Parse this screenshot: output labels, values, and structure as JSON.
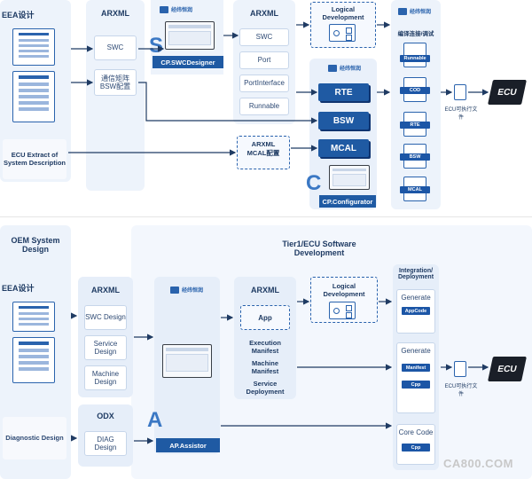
{
  "top": {
    "eea_label": "EEA设计",
    "ecu_extract_label": "ECU Extract of System Description",
    "arxml_label": "ARXML",
    "swc_label": "SWC",
    "comm_matrix_label": "通信矩阵 BSW配置",
    "swcdesigner_label": "CP.SWCDesigner",
    "brand_text": "经纬恒润",
    "arxml2_label": "ARXML",
    "arxml2_items": [
      "SWC",
      "Port",
      "PortInterface",
      "Runnable"
    ],
    "logical_dev_label": "Logical Development",
    "arxml_mcal_label": "ARXML MCAL配置",
    "stack": [
      "RTE",
      "BSW",
      "MCAL"
    ],
    "configurator_label": "CP.Configurator",
    "compile_label": "编译连接/调试",
    "compile_items": [
      "Runnable",
      "COD",
      "RTE",
      "BSW",
      "MCAL"
    ],
    "ecu_exec_label": "ECU可执行文件",
    "ecu_chip_label": "ECU"
  },
  "bottom": {
    "oem_label": "OEM System Design",
    "tier1_label": "Tier1/ECU Software Development",
    "eea_label": "EEA设计",
    "diag_label": "Diagnostic Design",
    "arxml_label": "ARXML",
    "arxml_items": [
      "SWC Design",
      "Service Design",
      "Machine Design"
    ],
    "odx_label": "ODX",
    "diag_design_label": "DIAG Design",
    "brand_text": "经纬恒润",
    "assistor_label": "AP.Assistor",
    "arxml2_label": "ARXML",
    "app_label": "App",
    "manifests": [
      "Execution Manifest",
      "Machine Manifest",
      "Service Deployment"
    ],
    "logical_dev_label": "Logical Development",
    "integration_label": "Integration/ Deployment",
    "generate1_label": "Generate",
    "appcode_label": "AppCode",
    "generate2_label": "Generate",
    "manifest_tag": "Manifest",
    "cpp_tag1": "Cpp",
    "corecode_label": "Core Code",
    "cpp_tag2": "Cpp",
    "ecu_exec_label": "ECU可执行文件",
    "ecu_chip_label": "ECU"
  },
  "watermark": "CA800.COM",
  "colors": {
    "accent": "#1f5aa3",
    "panel": "#edf3fb",
    "dashed": "#2a63ad"
  },
  "icons": [
    "document-icon",
    "monitor-icon",
    "chip-icon",
    "flow-icon",
    "arrow-icon",
    "logo-icon"
  ]
}
